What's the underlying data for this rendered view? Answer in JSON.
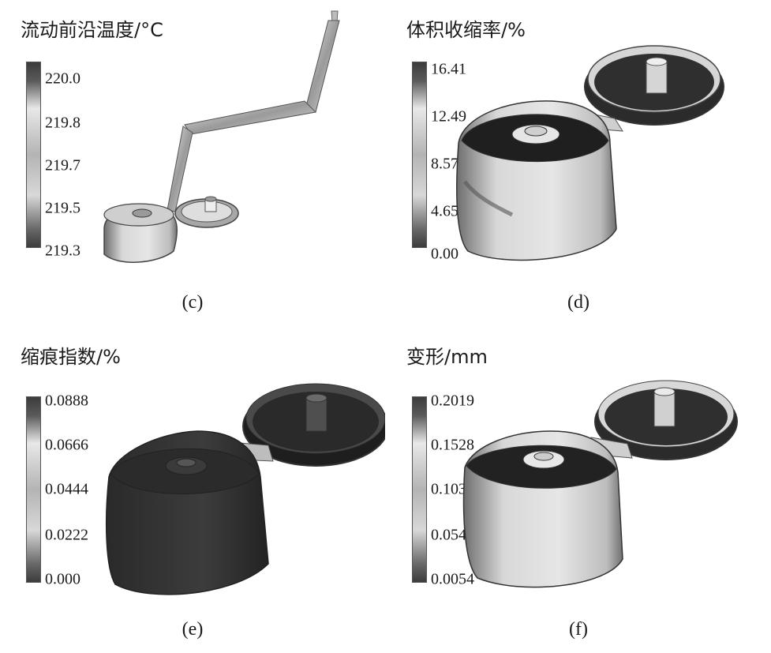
{
  "panels": {
    "c": {
      "title": "流动前沿温度/°C",
      "ticks": [
        "220.0",
        "219.8",
        "219.7",
        "219.5",
        "219.3"
      ],
      "caption": "(c)"
    },
    "d": {
      "title": "体积收缩率/%",
      "ticks": [
        "16.41",
        "12.49",
        "8.57",
        "4.65",
        "0.00"
      ],
      "caption": "(d)"
    },
    "e": {
      "title": "缩痕指数/%",
      "ticks": [
        "0.0888",
        "0.0666",
        "0.0444",
        "0.0222",
        "0.000"
      ],
      "caption": "(e)"
    },
    "f": {
      "title": "变形/mm",
      "ticks": [
        "0.2019",
        "0.1528",
        "0.1037",
        "0.0545",
        "0.0054"
      ],
      "caption": "(f)"
    }
  }
}
